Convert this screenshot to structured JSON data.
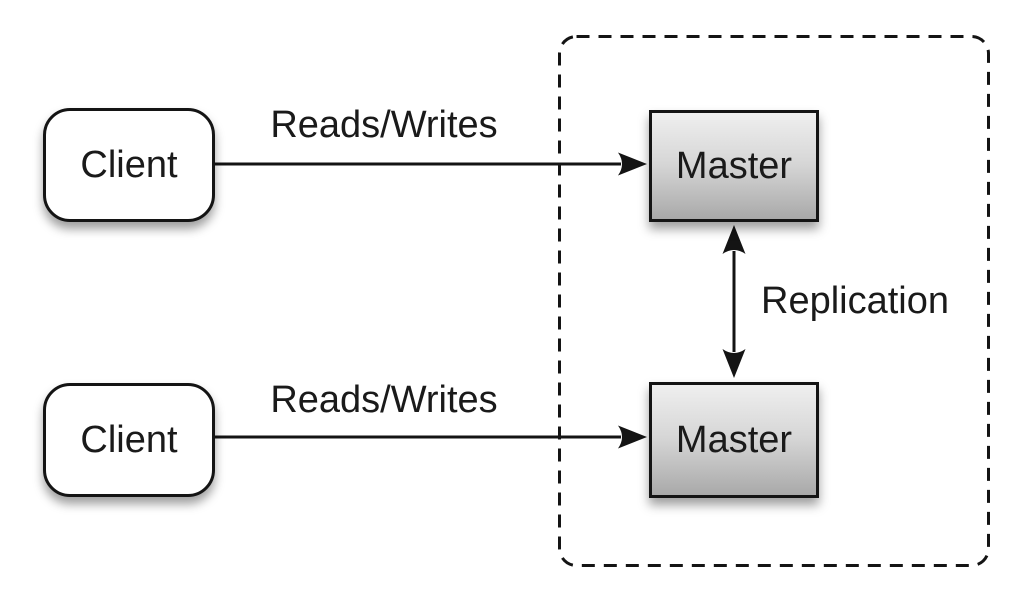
{
  "nodes": {
    "client1": {
      "label": "Client"
    },
    "client2": {
      "label": "Client"
    },
    "master1": {
      "label": "Master"
    },
    "master2": {
      "label": "Master"
    }
  },
  "edges": {
    "reads_writes_1": {
      "label": "Reads/Writes",
      "from": "client1",
      "to": "master1",
      "direction": "one-way"
    },
    "reads_writes_2": {
      "label": "Reads/Writes",
      "from": "client2",
      "to": "master2",
      "direction": "one-way"
    },
    "replication": {
      "label": "Replication",
      "from": "master1",
      "to": "master2",
      "direction": "two-way"
    }
  },
  "zones": {
    "replication_zone": {
      "style": "dashed-rounded-rect",
      "contains": [
        "master1",
        "master2"
      ]
    }
  },
  "colors": {
    "background": "#ffffff",
    "stroke": "#141414",
    "text": "#1a1a1a",
    "client_fill": "#ffffff",
    "master_top": "#efefef",
    "master_mid": "#d6d6d6",
    "master_bottom": "#a9a9a9"
  }
}
